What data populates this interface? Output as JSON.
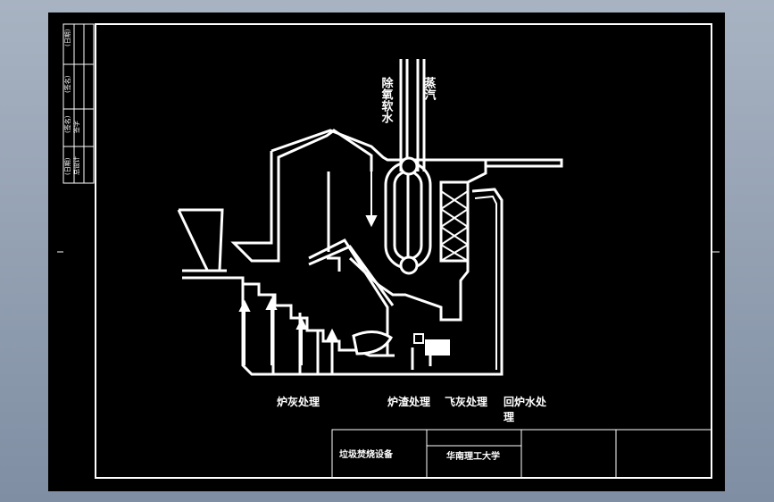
{
  "labels": {
    "deaerated_water": "除氧软水",
    "steam": "蒸汽",
    "bottom_ash": "炉灰处理",
    "slag": "炉渣处理",
    "fly_ash": "飞灰处理",
    "water_return_line1": "回炉水处",
    "water_return_line2": "理"
  },
  "title_block": {
    "drawing_name": "垃圾焚烧设备",
    "organization": "华南理工大学"
  },
  "margin_strip": {
    "cells": [
      "(日期)",
      "(签名)",
      "(签名)",
      "签字",
      "(日期)",
      "总设计"
    ]
  },
  "colors": {
    "background": "#000000",
    "lines": "#ffffff",
    "frame_outer": "#a8b3c2"
  }
}
